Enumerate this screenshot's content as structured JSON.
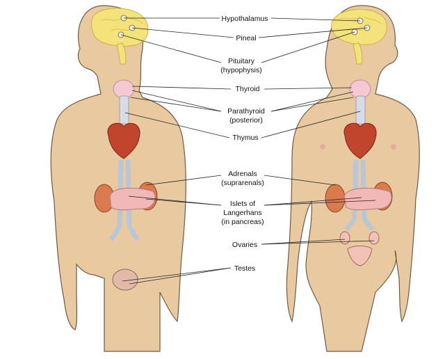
{
  "colors": {
    "skin": "#e9c9a0",
    "brain": "#f4e27a",
    "thyroid": "#f6c8d2",
    "heart": "#c0452c",
    "kidney": "#d97a4f",
    "pancreas": "#f2b7b7",
    "vessels": "#b9c6d6",
    "gland_dot": "#f8f2e0"
  },
  "labels": {
    "hypothalamus": "Hypothalamus",
    "pineal": "Pineal",
    "pituitary_1": "Pituitary",
    "pituitary_2": "(hypophysis)",
    "thyroid": "Thyroid",
    "parathyroid_1": "Parathyroid",
    "parathyroid_2": "(posterior)",
    "thymus": "Thymus",
    "adrenals_1": "Adrenals",
    "adrenals_2": "(suprarenals)",
    "islets_1": "Islets of",
    "islets_2": "Langerhans",
    "islets_3": "(in pancreas)",
    "ovaries": "Ovaries",
    "testes": "Testes"
  }
}
